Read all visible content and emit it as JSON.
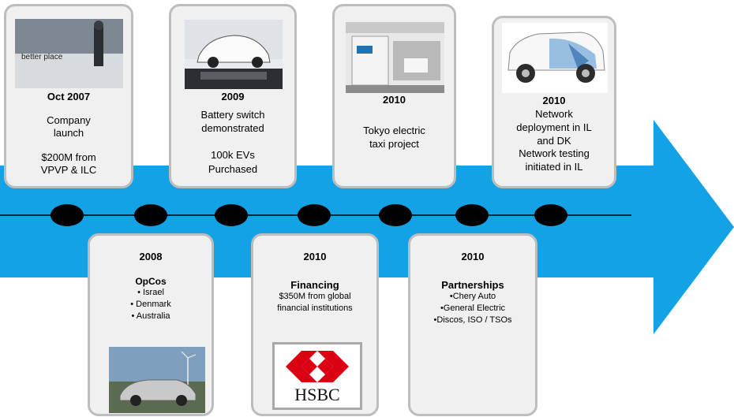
{
  "milestones_top": [
    {
      "year": "Oct 2007",
      "line1": "Company",
      "line2": "launch",
      "line3": "$200M from",
      "line4": "VPVP & ILC",
      "photo_caption": "better place"
    },
    {
      "year": "2009",
      "line1": "Battery switch",
      "line2": "demonstrated",
      "line3": "100k EVs",
      "line4": "Purchased"
    },
    {
      "year": "2010",
      "line1": "Tokyo electric",
      "line2": "taxi project"
    },
    {
      "year": "2010",
      "line1": "Network",
      "line2": "deployment in IL",
      "line3": "and DK",
      "line4": "Network testing",
      "line5": "initiated in IL"
    }
  ],
  "milestones_bottom": [
    {
      "year": "2008",
      "heading": "OpCos",
      "items": [
        "• Israel",
        "•  Denmark",
        "• Australia"
      ]
    },
    {
      "year": "2010",
      "heading": "Financing",
      "items": [
        "$350M from global",
        "financial institutions"
      ],
      "logo_text": "HSBC"
    },
    {
      "year": "2010",
      "heading": "Partnerships",
      "items": [
        "•Chery  Auto",
        "•General Electric",
        "•Discos, ISO / TSOs"
      ]
    }
  ],
  "colors": {
    "arrow": "#14a2e6",
    "card_bg": "#f0f0f0",
    "card_border": "#bdbdbd",
    "hsbc_red": "#db0011"
  }
}
